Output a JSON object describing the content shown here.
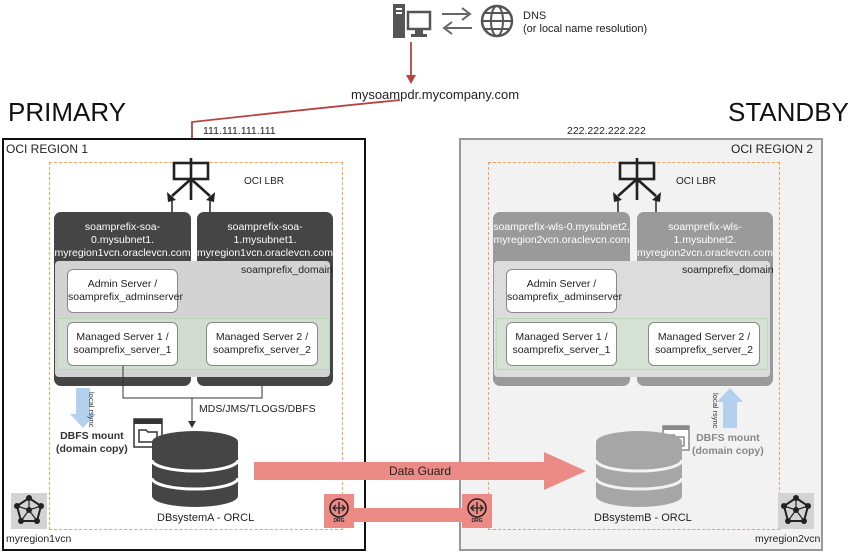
{
  "top": {
    "dns_label": "DNS",
    "dns_sub": "(or local name resolution)",
    "hostname": "mysoampdr.mycompany.com"
  },
  "primary": {
    "site_label": "PRIMARY",
    "ip": "111.111.111.111",
    "region_label": "OCI REGION 1",
    "lbr_label": "OCI LBR",
    "host1": [
      "soamprefix-soa-0.mysubnet1.",
      "myregion1vcn.oraclevcn.com"
    ],
    "host2": [
      "soamprefix-soa-1.mysubnet1.",
      "myregion1vcn.oraclevcn.com"
    ],
    "domain_label": "soamprefix_domain",
    "admin": [
      "Admin Server /",
      "soamprefix_adminserver"
    ],
    "ms1": [
      "Managed Server 1 /",
      "soamprefix_server_1"
    ],
    "ms2": [
      "Managed Server 2 /",
      "soamprefix_server_2"
    ],
    "storage_label": "MDS/JMS/TLOGS/DBFS",
    "rsync": "local rsync",
    "dbfs": [
      "DBFS mount",
      "(domain copy)"
    ],
    "db_label": "DBsystemA - ORCL",
    "vcn_label": "myregion1vcn",
    "drg": "DRG"
  },
  "standby": {
    "site_label": "STANDBY",
    "ip": "222.222.222.222",
    "region_label": "OCI REGION 2",
    "lbr_label": "OCI LBR",
    "host1": [
      "soamprefix-wls-0.mysubnet2.",
      "myregion2vcn.oraclevcn.com"
    ],
    "host2": [
      "soamprefix-wls-1.mysubnet2.",
      "myregion2vcn.oraclevcn.com"
    ],
    "domain_label": "soamprefix_domain",
    "admin": [
      "Admin Server /",
      "soamprefix_adminserver"
    ],
    "ms1": [
      "Managed Server 1 /",
      "soamprefix_server_1"
    ],
    "ms2": [
      "Managed Server 2 /",
      "soamprefix_server_2"
    ],
    "rsync": "local rsync",
    "dbfs": [
      "DBFS mount",
      "(domain copy)"
    ],
    "db_label": "DBsystemB - ORCL",
    "vcn_label": "myregion2vcn",
    "drg": "DRG"
  },
  "dataguard_label": "Data Guard",
  "colors": {
    "accent_red": "#b5443f",
    "dataguard": "#ec8b85",
    "dashed": "#f0a35a",
    "host_dark": "#454545",
    "host_light": "#9a9a9a",
    "domain_dark": "#d3d3d3",
    "cluster_green": "#cde6cd"
  }
}
